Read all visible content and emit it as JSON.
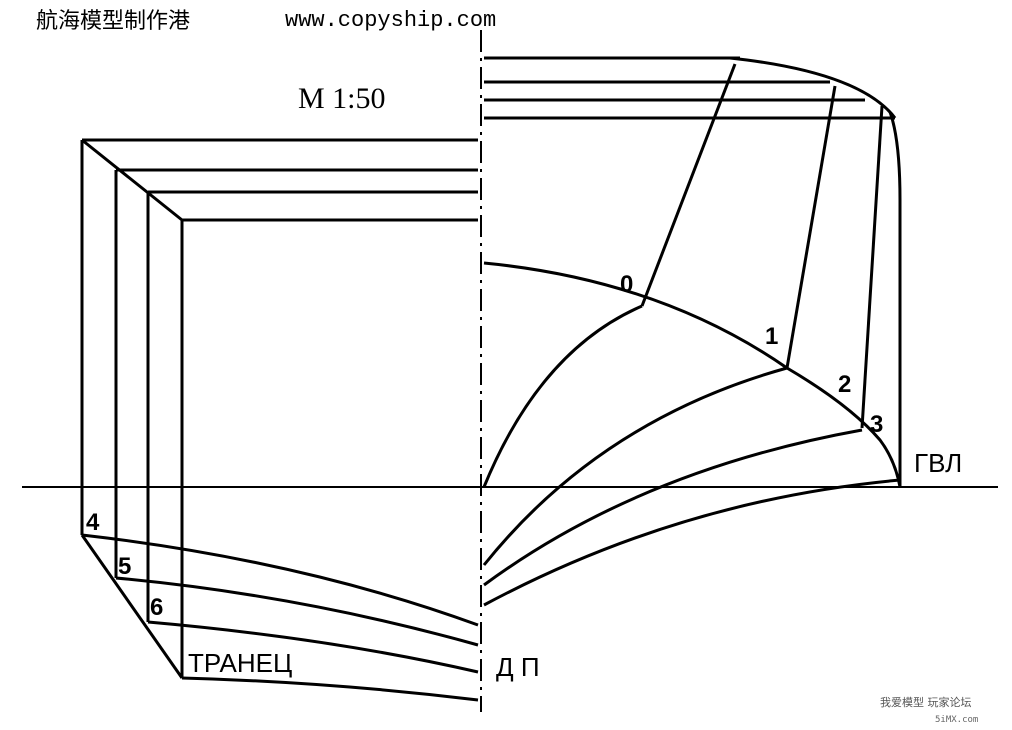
{
  "header": {
    "title_cn": "航海模型制作港",
    "url": "www.copyship.com"
  },
  "scale": "М 1:50",
  "stations_bow": [
    "0",
    "1",
    "2",
    "3"
  ],
  "stations_stern": [
    "4",
    "5",
    "6"
  ],
  "labels": {
    "transom": "ТРАНЕЦ",
    "centerline": "Д П",
    "waterline": "ГВЛ"
  },
  "watermark": {
    "line1": "我爱模型 玩家论坛",
    "line2": "5iMX.com"
  }
}
